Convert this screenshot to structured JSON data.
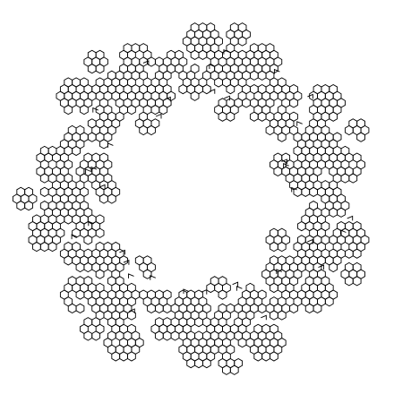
{
  "figure": {
    "kind": "hexagonal-cell fractal (seven-fold snowflake of honeycomb clusters)",
    "background_color": "#ffffff",
    "stroke_color": "#000000",
    "cluster_arms": 7,
    "fill": "none"
  }
}
